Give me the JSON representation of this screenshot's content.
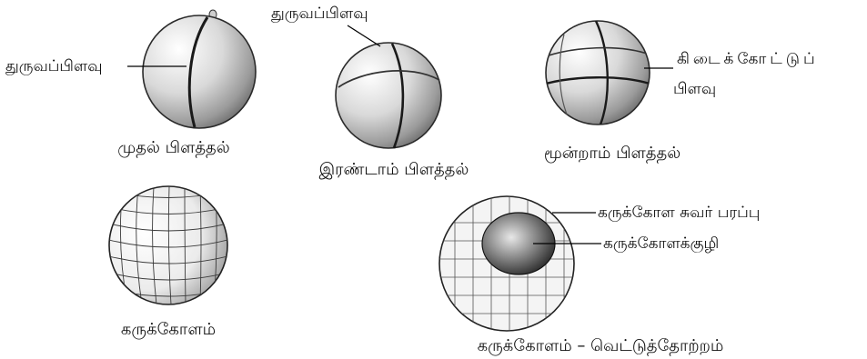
{
  "panels": {
    "first": {
      "caption": "முதல் பிளத்தல்",
      "label": "துருவப்பிளவு"
    },
    "second": {
      "caption": "இரண்டாம் பிளத்தல்",
      "label": "துருவப்பிளவு"
    },
    "third": {
      "caption": "மூன்றாம் பிளத்தல்",
      "label_line1": "கிடைக்கோட்டுப்",
      "label_line2": "பிளவு"
    },
    "blastula": {
      "caption": "கருக்கோளம்"
    },
    "section": {
      "caption": "கருக்கோளம் – வெட்டுத்தோற்றம்",
      "label_wall": "கருக்கோள சுவர் பரப்பு",
      "label_cavity": "கருக்கோளக்குழி"
    }
  }
}
